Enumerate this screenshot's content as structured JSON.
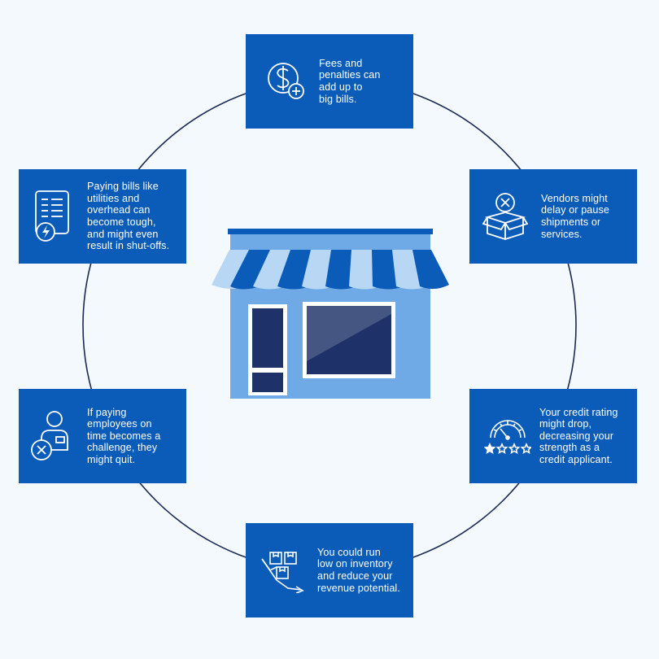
{
  "colors": {
    "background": "#f4f9fd",
    "card": "#0a5cb8",
    "ring": "#1b2a52",
    "store_body": "#6faae6",
    "store_dark": "#1e3168",
    "awning_dark": "#0a5cb8",
    "awning_light": "#b8d7f5"
  },
  "center": {
    "icon": "storefront-icon"
  },
  "cards": {
    "fees": {
      "icon": "dollar-plus-icon",
      "text": "Fees and\npenalties can\nadd up to\nbig bills."
    },
    "vendors": {
      "icon": "box-cancel-icon",
      "text": "Vendors might\ndelay or pause\nshipments or\nservices."
    },
    "credit": {
      "icon": "credit-gauge-stars-icon",
      "text": "Your credit rating\nmight drop,\ndecreasing your\nstrength as a\ncredit applicant."
    },
    "inventory": {
      "icon": "inventory-decline-icon",
      "text": "You could run\nlow on inventory\nand reduce your\nrevenue potential."
    },
    "employees": {
      "icon": "employee-cancel-icon",
      "text": "If paying\nemployees on\ntime becomes a\nchallenge, they\nmight quit."
    },
    "bills": {
      "icon": "utility-bill-icon",
      "text": "Paying bills like\nutilities and\noverhead can\nbecome tough,\nand might even\nresult in shut-offs."
    }
  }
}
